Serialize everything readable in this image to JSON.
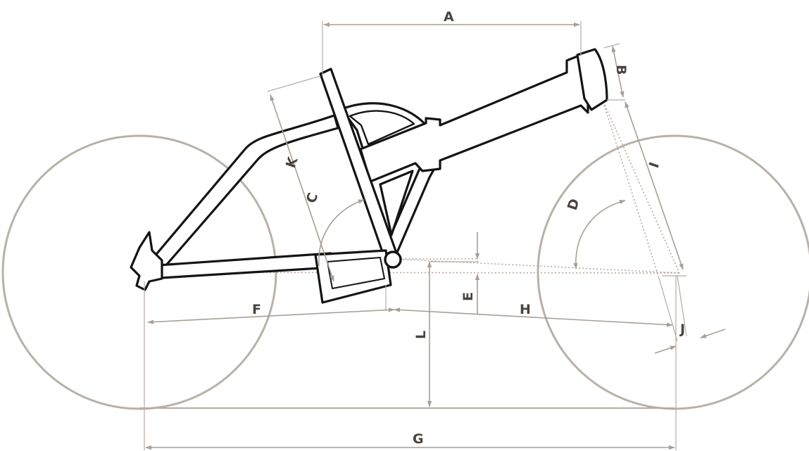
{
  "diagram": {
    "labels": {
      "A": "A",
      "B": "B",
      "C": "C",
      "D": "D",
      "E": "E",
      "F": "F",
      "G": "G",
      "H": "H",
      "I": "I",
      "J": "J",
      "K": "K",
      "L": "L"
    },
    "colors": {
      "frame": "#141414",
      "wheel": "#b8b1a9",
      "dimension": "#a79f97",
      "label": "#4a4440"
    }
  }
}
